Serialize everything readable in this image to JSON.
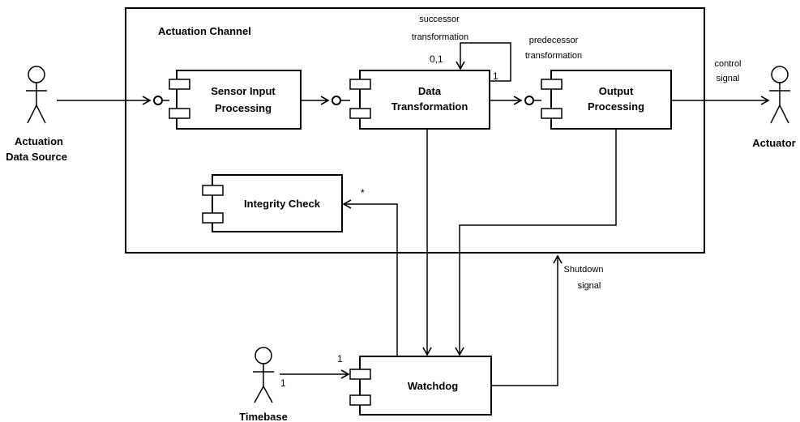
{
  "container": {
    "title": "Actuation Channel"
  },
  "components": {
    "sensor_input": {
      "line1": "Sensor Input",
      "line2": "Processing"
    },
    "data_transformation": {
      "line1": "Data",
      "line2": "Transformation"
    },
    "output_processing": {
      "line1": "Output",
      "line2": "Processing"
    },
    "integrity_check": {
      "label": "Integrity Check"
    },
    "watchdog": {
      "label": "Watchdog"
    }
  },
  "actors": {
    "data_source": {
      "line1": "Actuation",
      "line2": "Data Source"
    },
    "actuator": {
      "label": "Actuator"
    },
    "timebase": {
      "label": "Timebase"
    }
  },
  "annotations": {
    "successor_line1": "successor",
    "successor_line2": "transformation",
    "predecessor_line1": "predecessor",
    "predecessor_line2": "transformation",
    "mult_successor": "0,1",
    "mult_predecessor": "1",
    "control_line1": "control",
    "control_line2": "signal",
    "shutdown_line1": "Shutdown",
    "shutdown_line2": "signal",
    "mult_star": "*",
    "mult_timebase_1": "1",
    "mult_timebase_2": "1"
  }
}
